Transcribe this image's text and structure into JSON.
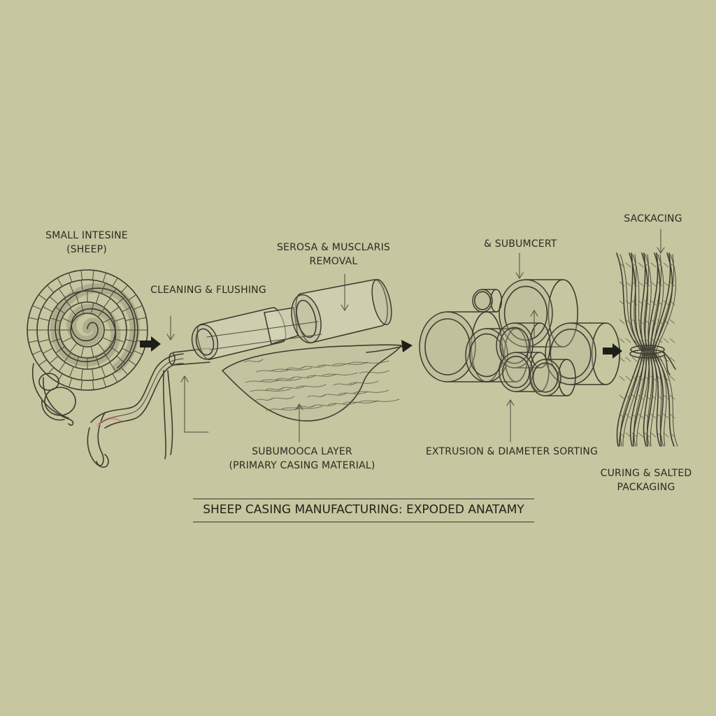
{
  "labels": {
    "small_intestine": "SMALL INTESINE\n(SHEEP)",
    "cleaning": "CLEANING & FLUSHING",
    "serosa": "SEROSA & MUSCLARIS\nREMOVAL",
    "submucosa": "SUBUMOOCA LAYER\n(PRIMARY CASING MATERIAL)",
    "subumcert": "& SUBUMCERT",
    "extrusion": "EXTRUSION & DIAMETER SORTING",
    "sackacing": "SACKACING",
    "curing": "CURING & SALTED\nPACKAGING"
  },
  "title": "SHEEP CASING MANUFACTURING: EXPODED ANATAMY",
  "colors": {
    "background": "#c6c6a0",
    "ink": "#3d3c31",
    "accent": "#d7958a"
  }
}
